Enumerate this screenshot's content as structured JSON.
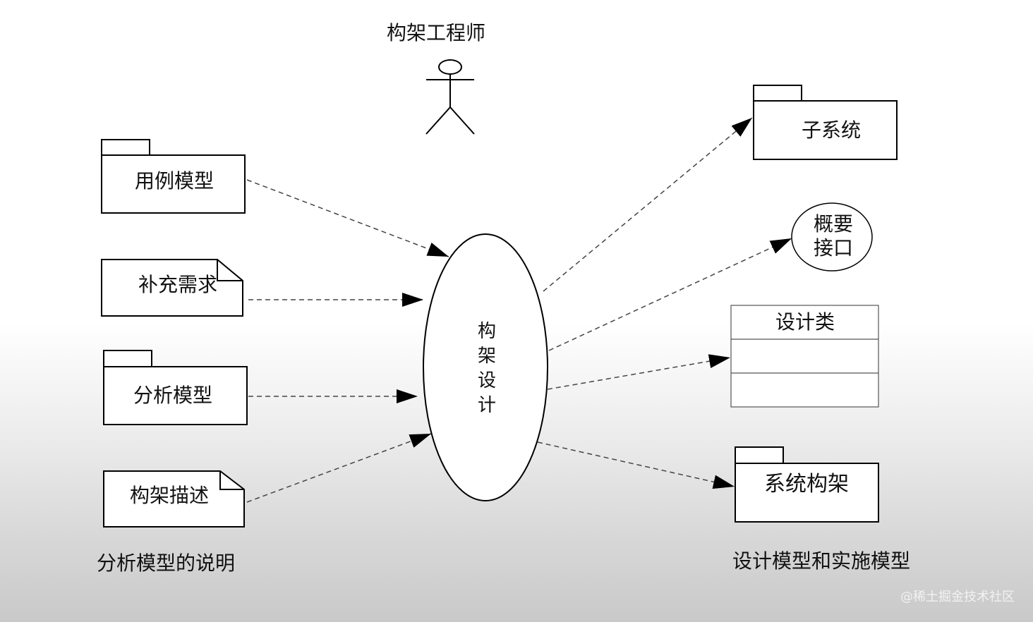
{
  "actor": {
    "label": "构架工程师"
  },
  "inputs": {
    "use_case_model": "用例模型",
    "supplementary_requirements": "补充需求",
    "analysis_model": "分析模型",
    "architecture_description": "构架描述"
  },
  "process": {
    "label_lines": [
      "构",
      "架",
      "设",
      "计"
    ]
  },
  "outputs": {
    "subsystem": "子系统",
    "interface_lines": [
      "概要",
      "接口"
    ],
    "design_class": "设计类",
    "system_architecture": "系统构架"
  },
  "captions": {
    "left": "分析模型的说明",
    "right": "设计模型和实施模型"
  },
  "watermark": "@稀土掘金技术社区"
}
